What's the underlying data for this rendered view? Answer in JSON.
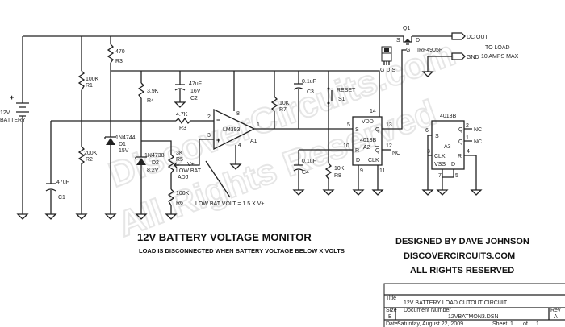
{
  "watermark": {
    "line1": "DiscoverCircuits.com",
    "line2": "All Rights Reserved"
  },
  "battery": {
    "label1": "12V",
    "label2": "BATTERY"
  },
  "components": {
    "R1": {
      "value": "100K",
      "ref": "R1"
    },
    "R2": {
      "value": "200K",
      "ref": "R2"
    },
    "R3a": {
      "value": "470",
      "ref": "R3"
    },
    "R4": {
      "value": "3.9K",
      "ref": "R4"
    },
    "R3b": {
      "value": "4.7K",
      "ref": "R3"
    },
    "R5": {
      "value": "3K",
      "ref": "R5"
    },
    "R5_note1": "LOW BAT",
    "R5_note2": "ADJ",
    "R6": {
      "value": "100K",
      "ref": "R6"
    },
    "R7": {
      "value": "10K",
      "ref": "R7"
    },
    "R8": {
      "value": "10K",
      "ref": "R8"
    },
    "C1": {
      "value": "47uF",
      "ref": "C1"
    },
    "C2": {
      "value": "47uF",
      "volt": "16V",
      "ref": "C2"
    },
    "C3": {
      "value": "0.1uF",
      "ref": "C3"
    },
    "C4": {
      "value": "0.1uF",
      "ref": "C4"
    },
    "D1": {
      "part": "1N4744",
      "ref": "D1",
      "volt": "15V"
    },
    "D2": {
      "part": "1N4738",
      "ref": "D2",
      "volt": "8.2V"
    },
    "A1": {
      "part": "LM393",
      "ref": "A1",
      "pins": [
        "2",
        "3",
        "8",
        "4",
        "1"
      ]
    },
    "S1": {
      "name": "RESET",
      "ref": "S1"
    },
    "A2": {
      "part": "4013B",
      "ref": "A2",
      "vdd": "VDD",
      "s": "S",
      "r": "R",
      "q": "Q",
      "qb": "Q",
      "d": "D",
      "clk": "CLK",
      "pins": [
        "14",
        "5",
        "10",
        "13",
        "12",
        "9",
        "11"
      ],
      "nc": "NC"
    },
    "A3": {
      "part": "4013B",
      "ref": "A3",
      "s": "S",
      "clk": "CLK",
      "vss": "VSS",
      "d": "D",
      "q1": "Q",
      "q2": "Q",
      "r": "R",
      "pins": [
        "6",
        "3",
        "7",
        "5",
        "2",
        "1",
        "4"
      ],
      "nc": "NC"
    },
    "Q1": {
      "ref": "Q1",
      "part": "IRF4905P",
      "s": "S",
      "d": "D",
      "g": "G",
      "pkg": "G D S"
    }
  },
  "connectors": {
    "out": "DC OUT",
    "load1": "TO LOAD",
    "load2": "10 AMPS MAX",
    "gnd": "GND"
  },
  "note": "LOW BAT VOLT = 1.5 X V+",
  "vplus": "V+",
  "title": "12V BATTERY VOLTAGE MONITOR",
  "subtitle": "LOAD IS DISCONNECTED WHEN BATTERY VOLTAGE BELOW X VOLTS",
  "credits": [
    "DESIGNED BY DAVE JOHNSON",
    "DISCOVERCIRCUITS.COM",
    "ALL RIGHTS RESERVED"
  ],
  "titleblock": {
    "title_label": "Title",
    "title": "12V BATTERY LOAD CUTOUT CIRCUIT",
    "size_label": "Size",
    "size": "B",
    "doc_label": "Document Number",
    "doc": "12VBATMON3.DSN",
    "rev_label": "Rev",
    "rev": "A",
    "date_label": "Date:",
    "date": "Saturday, August 22, 2009",
    "sheet_label": "Sheet",
    "sheet": "1",
    "of": "of",
    "sheets": "1"
  }
}
